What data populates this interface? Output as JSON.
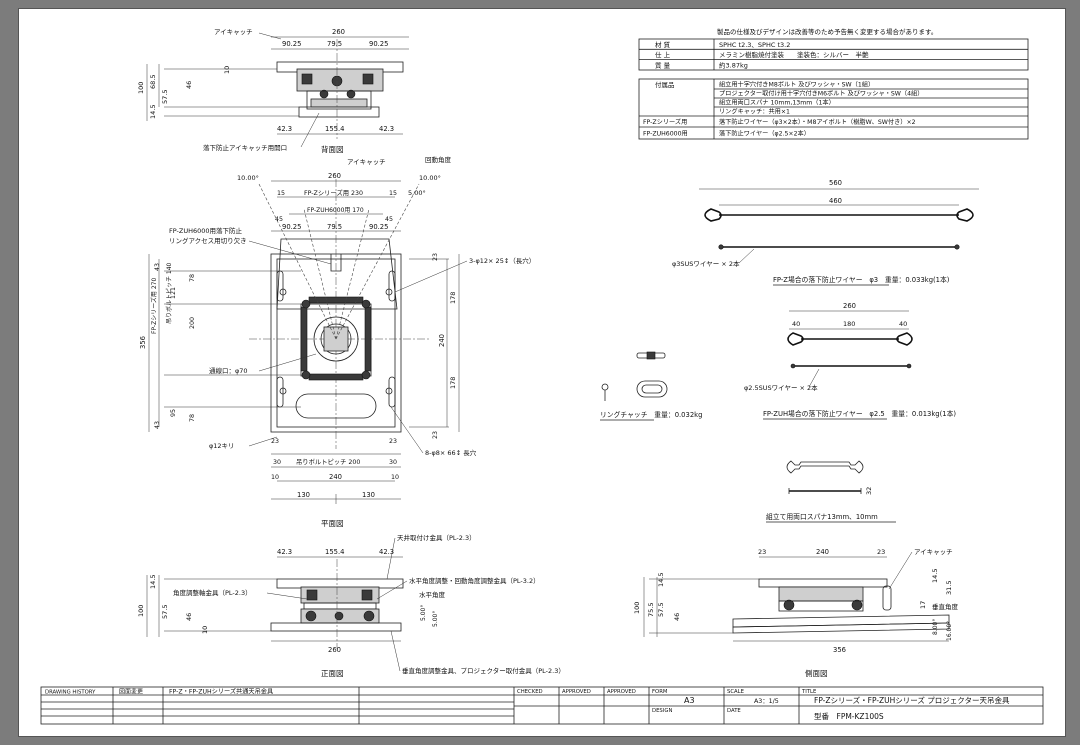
{
  "notice": "製品の仕様及びデザインは改善等のため予告無く変更する場合があります。",
  "spec": [
    {
      "label": "材 質",
      "value": "SPHC t2.3、SPHC t3.2"
    },
    {
      "label": "仕 上",
      "value": "メラミン樹脂焼付塗装　　塗装色：シルバー　半艶"
    },
    {
      "label": "質 量",
      "value": "約3.87kg"
    }
  ],
  "accessories": {
    "label": "付属品",
    "rows": [
      "組立用十字穴付きM8ボルト 及びワッシャ・SW（1組）",
      "プロジェクター取付け用十字穴付きM6ボルト 及びワッシャ・SW（4組）",
      "組立用両口スパナ 10mm,13mm（1本）",
      "リングキャッチ：共用×1"
    ]
  },
  "wire_rows": [
    {
      "label": "FP-Zシリーズ用",
      "value": "落下防止ワイヤー（φ3×2本）・M8アイボルト（樹脂W、SW付き）×2"
    },
    {
      "label": "FP-ZUH6000用",
      "value": "落下防止ワイヤー（φ2.5×2本）"
    }
  ],
  "views": {
    "back": "背面図",
    "plan": "平面図",
    "front": "正面図",
    "side": "側面図"
  },
  "labels": {
    "eye_catch": "アイキャッチ",
    "eye_catch_hole": "落下防止アイキャッチ用開口",
    "rotation_angle": "回動角度",
    "fpz_use": "FP-Zシリーズ用 230",
    "fpzuh_use": "FP-ZUH6000用 170",
    "ring_access": "FP-ZUH6000用落下防止\nリングアクセス用切り欠き",
    "hole_3": "3-φ12× 25↕（長穴）",
    "hole_8": "8-φ8× 66↕ 長穴",
    "pass_hole": "通線口：φ70",
    "kiri": "φ12キリ",
    "bolt_pitch": "吊りボルトピッチ 200",
    "bolt_pitch_v": "吊りボルトピッチ 140",
    "fpz_270": "FP-Zシリーズ用 270",
    "ceiling_fitting": "天井取付け金具（PL-2.3）",
    "angle_fitting": "角度調整軸金具（PL-2.3）",
    "horiz_adj": "水平角度調整・回動角度調整金具（PL-3.2）",
    "horiz_angle": "水平角度",
    "vert_fitting": "垂直角度調整金具、プロジェクター取付金具（PL-2.3）",
    "vert_angle": "垂直角度",
    "wire_fpz_title": "FP-Z場合の落下防止ワイヤー　φ3　重量：0.033kg(1本)",
    "wire_fpz_note": "φ3SUSワイヤー × 2本",
    "wire_fpzuh_title": "FP-ZUH場合の落下防止ワイヤー　φ2.5　重量：0.013kg(1本)",
    "wire_fpzuh_note": "φ2.5SUSワイヤー × 2本",
    "ring_catch": "リングチャッチ　重量：0.032kg",
    "spanner": "組立て用両口スパナ13mm、10mm"
  },
  "dims": {
    "d260": "260",
    "d90_25": "90.25",
    "d79_5": "79.5",
    "d42_3": "42.3",
    "d155_4": "155.4",
    "d100": "100",
    "d68_5": "68.5",
    "d57_5": "57.5",
    "d46": "46",
    "d14_5": "14.5",
    "d17": "17",
    "d10": "10",
    "d10deg": "10.00°",
    "d5deg": "5.00°",
    "d15": "15",
    "d45": "45",
    "d43": "43",
    "d121": "121",
    "d200": "200",
    "d95": "95",
    "d78": "78",
    "d356": "356",
    "d240": "240",
    "d178": "178",
    "d23": "23",
    "d30": "30",
    "d130": "130",
    "d560": "560",
    "d460": "460",
    "d180": "180",
    "d40": "40",
    "d32": "32",
    "d75_5": "75.5",
    "d31_5": "31.5",
    "d8deg": "8.00°",
    "d16deg": "16.00°"
  },
  "title_block": {
    "drawing_history": "DRAWING HISTORY",
    "change": "図面変更",
    "series_name": "FP-Z・FP-ZUHシリーズ共通天吊金具",
    "checked": "CHECKED",
    "approved1": "APPROVED",
    "approved2": "APPROVED",
    "form_label": "FORM",
    "form_value": "A3",
    "scale_label": "SCALE",
    "scale_value": "A3：1/5",
    "design_label": "DESIGN",
    "date_label": "DATE",
    "title_label": "TITLE",
    "title_value": "FP-Zシリーズ・FP-ZUHシリーズ プロジェクター天吊金具",
    "model": "型番　FPM-KZ100S"
  }
}
